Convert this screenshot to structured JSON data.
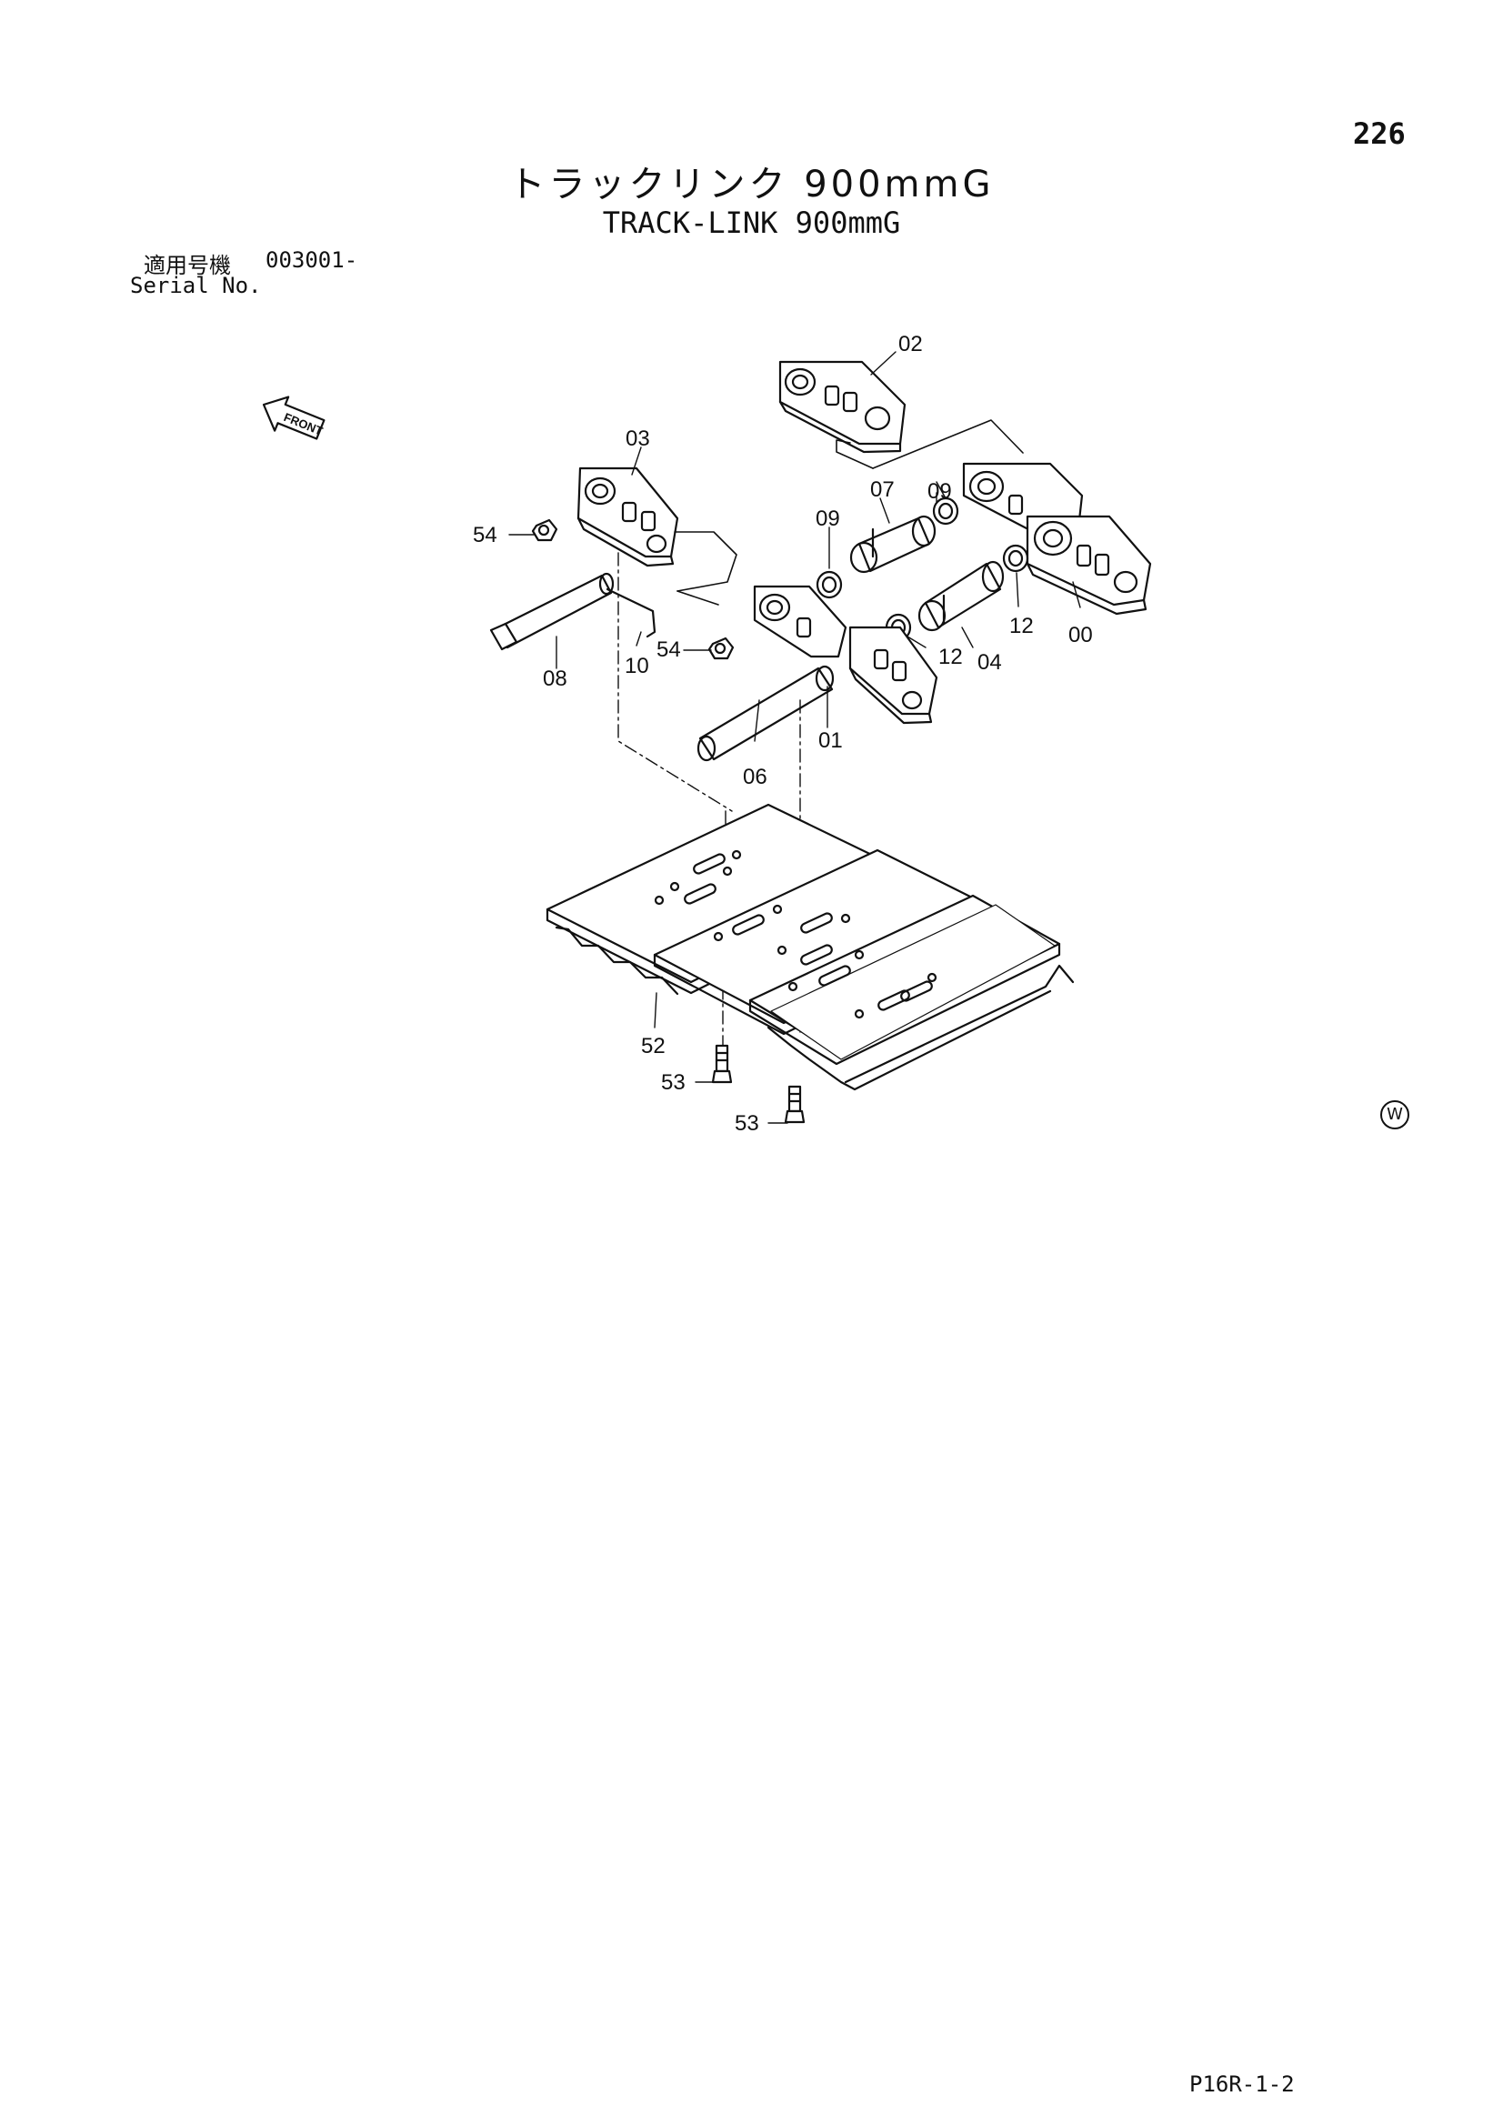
{
  "page_number": "226",
  "title_jp": "トラックリンク 900mmG",
  "title_en": "TRACK-LINK 900mmG",
  "serial": {
    "label_jp": "適用号機",
    "value": "003001-",
    "label_en": "Serial No."
  },
  "front_label": "FRONT",
  "part_labels": {
    "p00": "00",
    "p01": "01",
    "p02": "02",
    "p03": "03",
    "p04": "04",
    "p06": "06",
    "p07": "07",
    "p08": "08",
    "p09a": "09",
    "p09b": "09",
    "p10": "10",
    "p12a": "12",
    "p12b": "12",
    "p52": "52",
    "p53a": "53",
    "p53b": "53",
    "p54a": "54",
    "p54b": "54"
  },
  "w_mark": "W",
  "footer_code": "P16R-1-2"
}
